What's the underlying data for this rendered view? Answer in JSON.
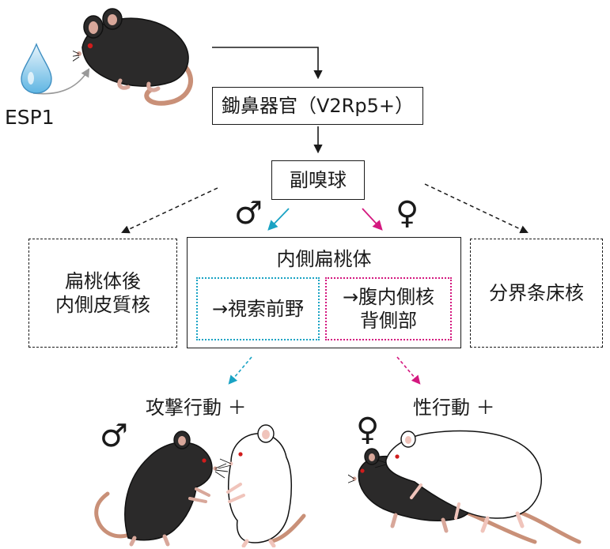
{
  "stimulus": {
    "label": "ESP1"
  },
  "nodes": {
    "vomeronasal": "鋤鼻器官（V2Rp5+）",
    "accessory_ob": "副嗅球",
    "pmco": [
      "扁桃体後",
      "内側皮質核"
    ],
    "medial_amygdala": "内側扁桃体",
    "mpoa": "→視索前野",
    "vmh": [
      "→腹内側核",
      "背側部"
    ],
    "bnst": "分界条床核"
  },
  "sex_symbols": {
    "male": "♂",
    "female": "♀"
  },
  "outcomes": {
    "male_behavior": "攻撃行動 ＋",
    "female_behavior": "性行動 ＋"
  },
  "colors": {
    "male": "#1aa3c4",
    "female": "#d4187f",
    "mouse_black": "#2b2a2a",
    "tail": "#c99078"
  }
}
